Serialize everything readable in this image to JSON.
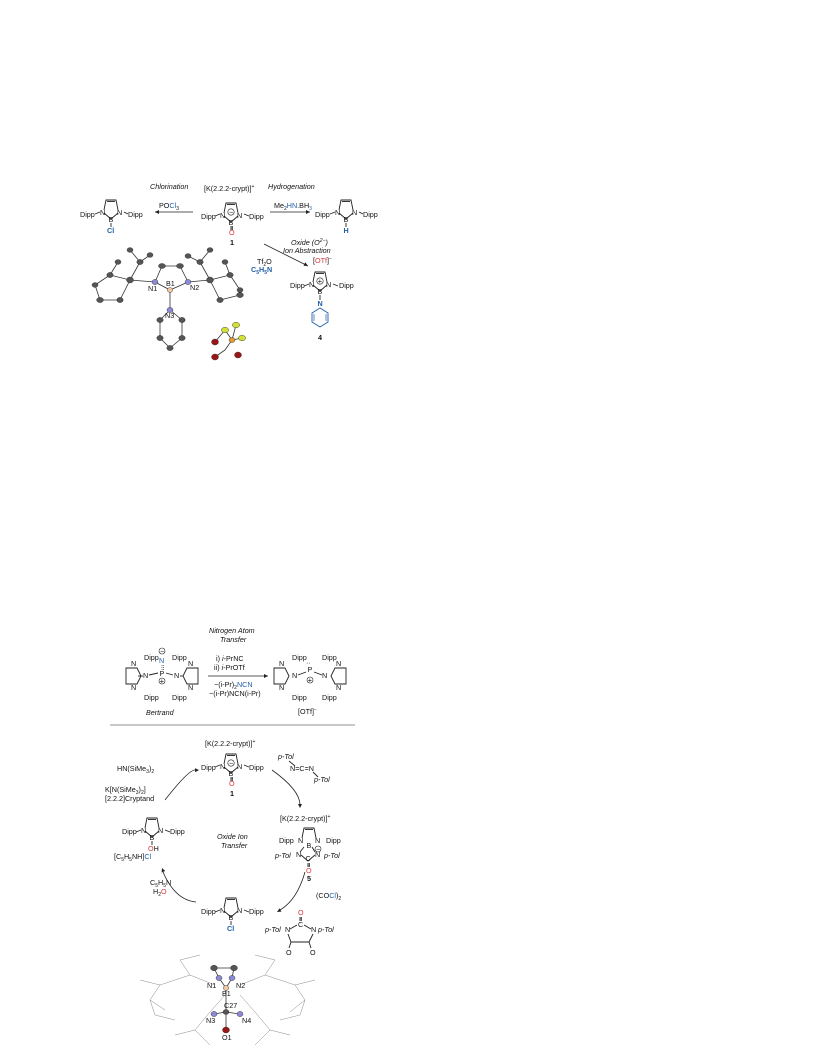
{
  "scheme_top": {
    "chlorination_label": "Chlorination",
    "hydrogenation_label": "Hydrogenation",
    "oxide_label_1": "Oxide (O",
    "oxide_label_charge": "2−",
    "oxide_label_2": ")",
    "ion_abstraction_label": "Ion Abstraction",
    "counter_ion": "[K(2.2.2-crypt)]",
    "counter_ion_charge": "+",
    "reagent_pocl3_a": "PO",
    "reagent_pocl3_b": "Cl",
    "reagent_pocl3_c": "3",
    "reagent_amine_a": "Me",
    "reagent_amine_b": "2",
    "reagent_amine_c": "HN",
    "reagent_amine_d": ".BH",
    "reagent_amine_e": "3",
    "reagent_tf2o": "Tf",
    "reagent_tf2o_sub": "2",
    "reagent_tf2o_o": "O",
    "reagent_pyr_a": "C",
    "reagent_pyr_b": "5",
    "reagent_pyr_c": "H",
    "reagent_pyr_d": "5",
    "reagent_pyr_e": "N",
    "compound_1": "1",
    "compound_4": "4",
    "otf": "OTf",
    "otf_charge": "−",
    "dipp": "Dipp",
    "N": "N",
    "B": "B",
    "O": "O",
    "Cl": "Cl",
    "H": "H",
    "ortep_labels": [
      "N1",
      "B1",
      "N2",
      "N3"
    ]
  },
  "scheme_bottom": {
    "nat_title_1": "Nitrogen Atom",
    "nat_title_2": "Transfer",
    "step_i": "i) ",
    "step_i_reagent": "i",
    "step_i_rest": "-PrNC",
    "step_ii": "ii) ",
    "step_ii_reagent": "i",
    "step_ii_rest": "-PrOTf",
    "byproduct_1": "−(i-Pr)",
    "byproduct_1_sub": "2",
    "byproduct_1_rest": "NCN",
    "byproduct_2": "−(i-Pr)NCN(i-Pr)",
    "bertrand_label": "Bertrand",
    "otf": "[OTf]",
    "otf_charge": "−",
    "P": "P",
    "cycle_center_1": "Oxide Ion",
    "cycle_center_2": "Transfer",
    "counter_ion": "[K(2.2.2-crypt)]",
    "counter_ion_charge": "+",
    "ptol": "p-Tol",
    "carbodiimide": "N=C=N",
    "hn_silyl_a": "HN(SiMe",
    "hn_silyl_b": "3",
    "hn_silyl_c": ")",
    "hn_silyl_d": "2",
    "kn_silyl_a": "K[N(SiMe",
    "kn_silyl_b": "3",
    "kn_silyl_c": ")",
    "kn_silyl_d": "2",
    "kn_silyl_e": "]",
    "cryptand": "[2.2.2]Cryptand",
    "pyhcl_a": "[C",
    "pyhcl_b": "5",
    "pyhcl_c": "H",
    "pyhcl_d": "5",
    "pyhcl_e": "NH]",
    "pyhcl_f": "Cl",
    "pyr_a": "C",
    "pyr_b": "5",
    "pyr_c": "H",
    "pyr_d": "5",
    "pyr_e": "N",
    "water_a": "H",
    "water_b": "2",
    "water_c": "O",
    "oxalyl_a": "(CO",
    "oxalyl_b": "Cl",
    "oxalyl_c": ")",
    "oxalyl_d": "2",
    "compound_1": "1",
    "compound_5": "5",
    "dipp": "Dipp",
    "N": "N",
    "B": "B",
    "C": "C",
    "O": "O",
    "OH_O": "O",
    "OH_H": "H",
    "Cl": "Cl",
    "ortep_labels": [
      "N1",
      "B1",
      "N2",
      "N3",
      "C27",
      "N4",
      "O1"
    ]
  }
}
